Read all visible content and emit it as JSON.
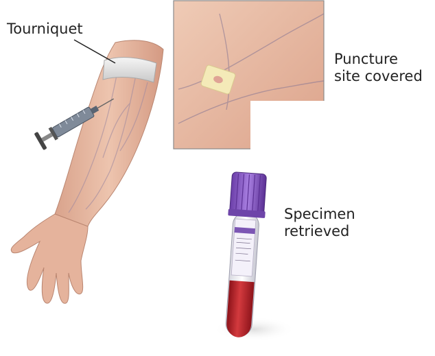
{
  "labels": {
    "tourniquet": "Tourniquet",
    "puncture_line1": "Puncture",
    "puncture_line2": "site covered",
    "specimen_line1": "Specimen",
    "specimen_line2": "retrieved"
  },
  "colors": {
    "skin": "#e7b9a2",
    "skin_shadow": "#c98f78",
    "vein": "#a08aa0",
    "tourniquet": "#e4e4e4",
    "blood": "#b7212a",
    "cap": "#8a5cc4",
    "bandage": "#f4eab8"
  },
  "icons": [
    "syringe-icon",
    "blood-tube-icon",
    "bandage-icon"
  ]
}
